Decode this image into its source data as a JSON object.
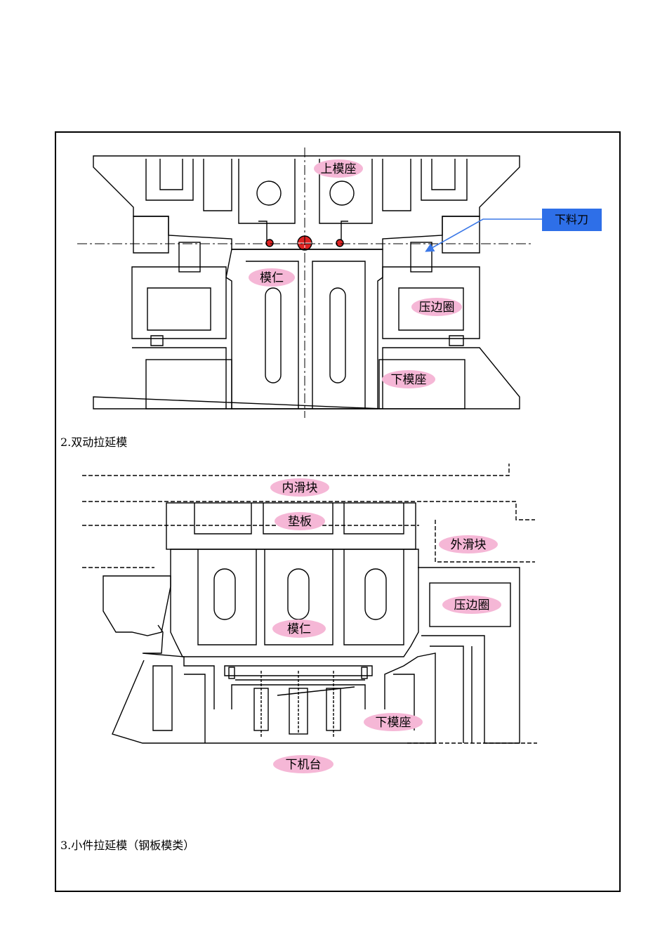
{
  "diagram1": {
    "labels": {
      "upper_die_seat": "上模座",
      "punch": "模仁",
      "binder_ring": "压边圈",
      "lower_die_seat": "下模座",
      "blank_cutter": "下料刀"
    },
    "colors": {
      "label_fill": "#f5b7d6",
      "callout_fill": "#2e6fe8",
      "arrow": "#3b78e7"
    }
  },
  "section2": {
    "caption": "2.双动拉延模"
  },
  "diagram2": {
    "labels": {
      "inner_slide": "内滑块",
      "pad": "垫板",
      "outer_slide": "外滑块",
      "binder_ring": "压边圈",
      "punch": "模仁",
      "lower_die_seat": "下模座",
      "lower_bed": "下机台"
    }
  },
  "section3": {
    "caption": "3.小件拉延模（钢板模类）"
  }
}
